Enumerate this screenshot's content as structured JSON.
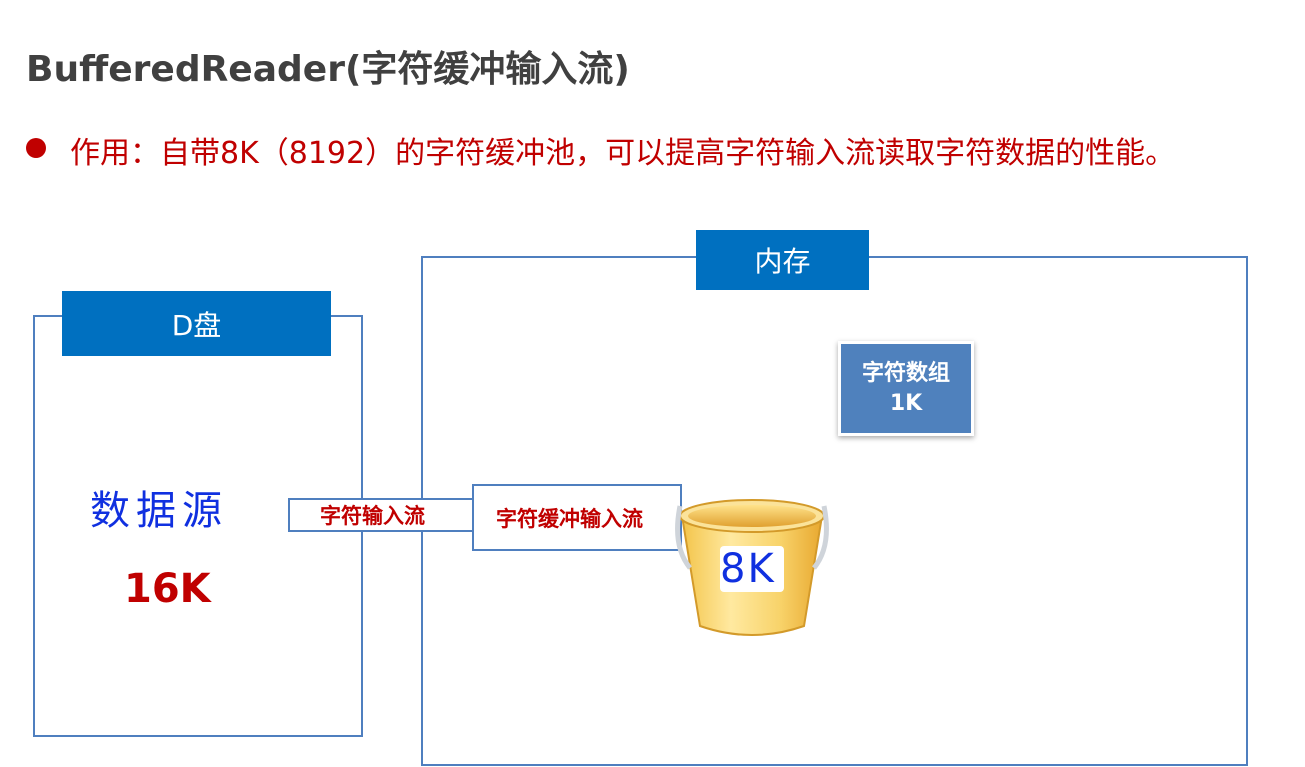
{
  "slide": {
    "title": "BufferedReader(字符缓冲输入流)",
    "description": "作用：自带8K（8192）的字符缓冲池，可以提高字符输入流读取字符数据的性能。"
  },
  "diagram": {
    "disk_label": "D盘",
    "memory_label": "内存",
    "data_source_label": "数据源",
    "data_source_size": "16K",
    "char_input_stream_label": "字符输入流",
    "buffered_input_stream_label": "字符缓冲输入流",
    "char_array_label": "字符数组",
    "char_array_size": "1K",
    "bucket_label": "8K"
  },
  "colors": {
    "accent_blue": "#0070c0",
    "frame_blue": "#4f7fbf",
    "highlight_red": "#c00000",
    "handwriting_blue": "#1030e0"
  }
}
